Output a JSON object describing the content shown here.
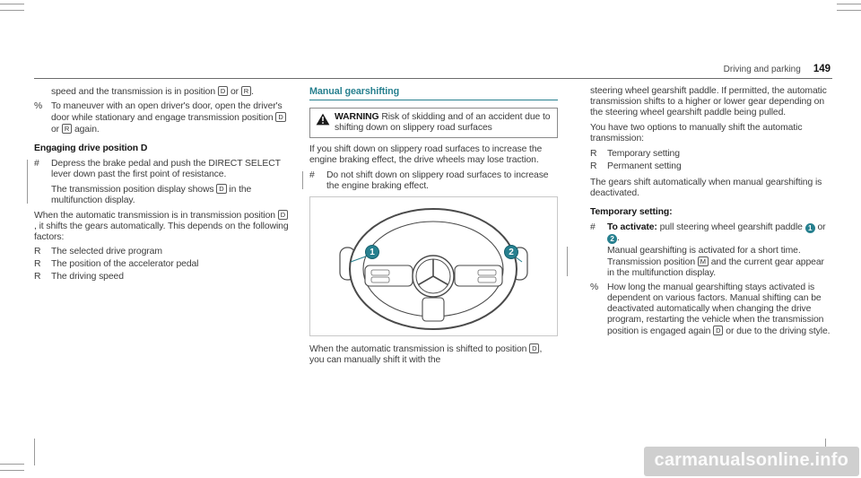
{
  "header": {
    "section": "Driving and parking",
    "page_number": "149"
  },
  "symbols": {
    "note_marker": "%",
    "step_marker": "#",
    "bullet_marker": "R"
  },
  "colors": {
    "accent": "#27808f"
  },
  "icons": {
    "warning_icon": "triangle-exclamation",
    "wheel_center": "mercedes-three-pointed-star"
  },
  "col1": {
    "p1": {
      "t1": "speed and the transmission is in position ",
      "key1": "D",
      "t2": " or ",
      "key2": "R",
      "t3": "."
    },
    "note1": {
      "t1": "To maneuver with an open driver's door, open the driver's door while stationary and engage transmission position ",
      "key1": "D",
      "t2": " or ",
      "key2": "R",
      "t3": " again."
    },
    "heading": "Engaging drive position D",
    "step1": "Depress the brake pedal and push the DIRECT SELECT lever down past the first point of resistance.",
    "p2": {
      "t1": "The transmission position display shows ",
      "key1": "D",
      "t2": " in the multifunction display."
    },
    "p3": {
      "t1": "When the automatic transmission is in transmission position ",
      "key1": "D",
      "t2": ", it shifts the gears automatically. This depends on the following factors:"
    },
    "bullet1": "The selected drive program",
    "bullet2": "The position of the accelerator pedal",
    "bullet3": "The driving speed"
  },
  "col2": {
    "heading": "Manual gearshifting",
    "warning_label": "WARNING",
    "warning_text": " Risk of skidding and of an accident due to shifting down on slippery road surfaces",
    "p1": "If you shift down on slippery road surfaces to increase the engine braking effect, the drive wheels may lose traction.",
    "step1": "Do not shift down on slippery road surfaces to increase the engine braking effect.",
    "figure": {
      "callout1": "1",
      "callout2": "2"
    },
    "p2": {
      "t1": "When the automatic transmission is shifted to position ",
      "key1": "D",
      "t2": ", you can manually shift it with the"
    }
  },
  "col3": {
    "p1": "steering wheel gearshift paddle. If permitted, the automatic transmission shifts to a higher or lower gear depending on the steering wheel gearshift paddle being pulled.",
    "p2": "You have two options to manually shift the automatic transmission:",
    "bullet1": "Temporary setting",
    "bullet2": "Permanent setting",
    "p3": "The gears shift automatically when manual gearshifting is deactivated.",
    "heading": "Temporary setting:",
    "step1": {
      "bold": "To activate:",
      "t1": " pull steering wheel gearshift paddle ",
      "callout1": "1",
      "t2": " or ",
      "callout2": "2",
      "t3": "."
    },
    "p4": {
      "t1": "Manual gearshifting is activated for a short time. Transmission position ",
      "key1": "M",
      "t2": " and the current gear appear in the multifunction display."
    },
    "note1": {
      "t1": "How long the manual gearshifting stays activated is dependent on various factors. Manual shifting can be deactivated automatically when changing the drive program, restarting the vehicle when the transmission position is engaged again ",
      "key1": "D",
      "t2": " or due to the driving style."
    }
  },
  "watermark": "carmanualsonline.info"
}
